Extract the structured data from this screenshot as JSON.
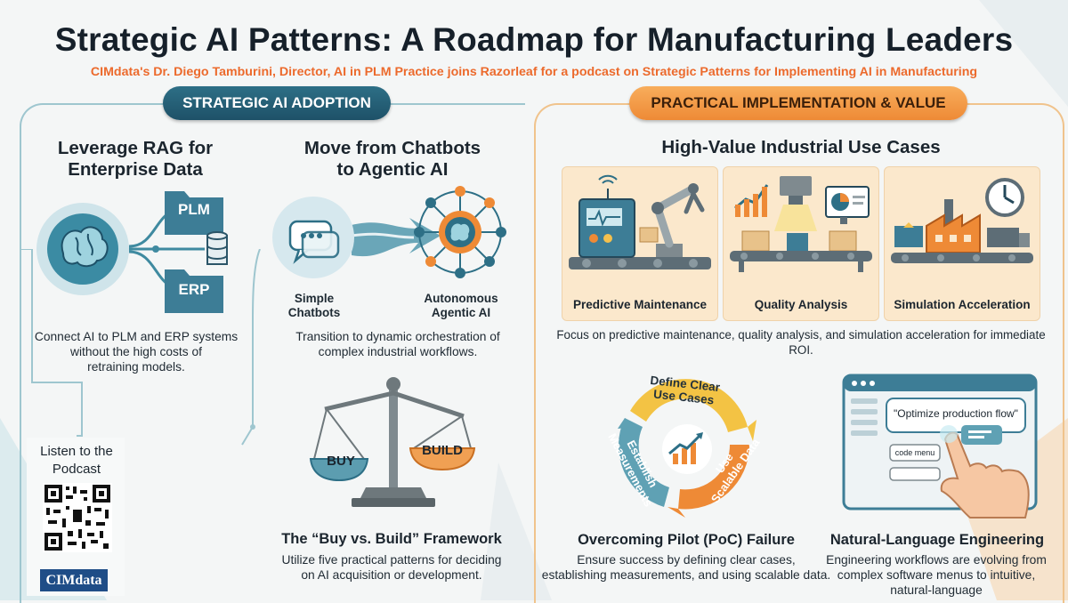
{
  "title": "Strategic AI Patterns: A Roadmap for Manufacturing Leaders",
  "subtitle": "CIMdata's Dr. Diego Tamburini, Director, AI in PLM Practice joins Razorleaf for a podcast on Strategic Patterns for Implementing AI in Manufacturing",
  "left_section": {
    "pill": "STRATEGIC AI ADOPTION",
    "rag": {
      "heading_line1": "Leverage RAG for",
      "heading_line2": "Enterprise Data",
      "plm_label": "PLM",
      "erp_label": "ERP",
      "desc_line1": "Connect AI to PLM and ERP systems",
      "desc_line2": "without the high costs of",
      "desc_line3": "retraining models."
    },
    "agentic": {
      "heading_line1": "Move from Chatbots",
      "heading_line2": "to Agentic AI",
      "simple_line1": "Simple",
      "simple_line2": "Chatbots",
      "auto_line1": "Autonomous",
      "auto_line2": "Agentic AI",
      "desc_line1": "Transition to dynamic orchestration of",
      "desc_line2": "complex industrial workflows."
    },
    "buy_build": {
      "buy_label": "BUY",
      "build_label": "BUILD",
      "heading": "The “Buy vs. Build” Framework",
      "desc_line1": "Utilize five practical patterns for deciding",
      "desc_line2": "on AI acquisition or development."
    },
    "podcast": {
      "line1": "Listen to the",
      "line2": "Podcast",
      "logo_text": "CIMdata"
    }
  },
  "right_section": {
    "pill": "PRACTICAL IMPLEMENTATION & VALUE",
    "use_cases_heading": "High-Value Industrial Use Cases",
    "cards": [
      {
        "label": "Predictive Maintenance",
        "icon": "robot-arm-machine-icon"
      },
      {
        "label": "Quality Analysis",
        "icon": "conveyor-inspection-icon"
      },
      {
        "label": "Simulation Acceleration",
        "icon": "factory-clock-icon"
      }
    ],
    "use_cases_desc": "Focus on predictive maintenance, quality analysis, and simulation acceleration for immediate ROI.",
    "cycle": {
      "seg1_line1": "Define Clear",
      "seg1_line2": "Use Cases",
      "seg2_line1": "Use",
      "seg2_line2": "Scalable Data",
      "seg3_line1": "Establish",
      "seg3_line2": "Measurements",
      "heading": "Overcoming Pilot (PoC) Failure",
      "desc_line1": "Ensure success by defining clear cases,",
      "desc_line2": "establishing measurements, and using scalable data."
    },
    "nle": {
      "prompt": "\"Optimize production flow\"",
      "menu_label": "code menu",
      "heading": "Natural-Language Engineering",
      "desc_line1": "Engineering workflows are evolving from",
      "desc_line2": "complex software menus to intuitive,",
      "desc_line3": "natural-language"
    }
  },
  "colors": {
    "teal": "#2d6f86",
    "orange": "#ee8a36",
    "subtitle_orange": "#ec6a2c",
    "card_bg": "#fbe8cc"
  }
}
